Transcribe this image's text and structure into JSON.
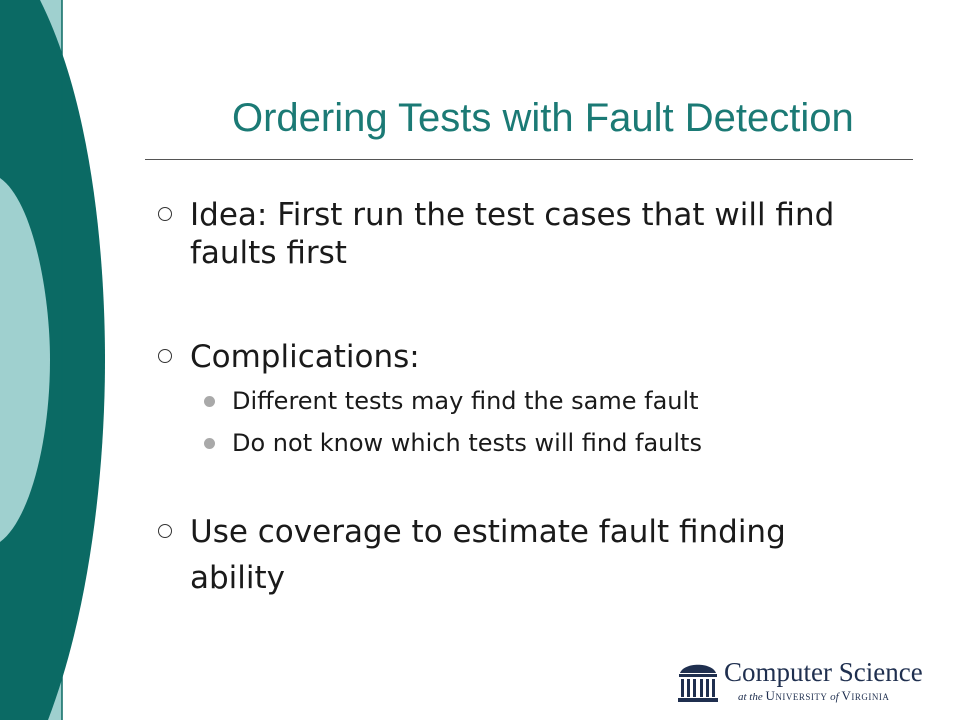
{
  "title": "Ordering Tests with Fault Detection",
  "bullets": [
    {
      "text": "Idea: First run the test cases that will find faults first",
      "children": []
    },
    {
      "text": "Complications:",
      "children": [
        "Different tests may find the same fault",
        "Do not know which tests will find faults"
      ]
    },
    {
      "text": "Use coverage to estimate fault finding ability",
      "children": []
    }
  ],
  "logo": {
    "main": "Computer Science",
    "sub_at": "at the",
    "sub_university": "University",
    "sub_of": "of",
    "sub_virginia": "Virginia"
  },
  "colors": {
    "dark_teal": "#0b6a64",
    "light_teal": "#9fd0cf",
    "title": "#1b7a75",
    "logo": "#1f2f4f"
  }
}
